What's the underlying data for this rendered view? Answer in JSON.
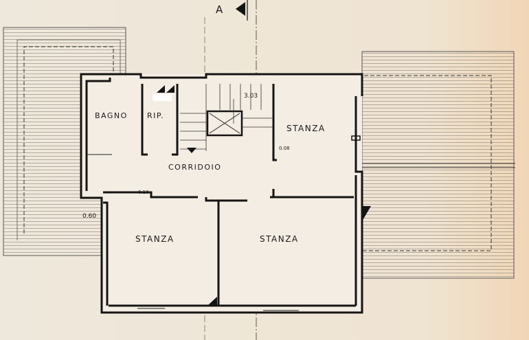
{
  "section_marker": "A",
  "rooms": {
    "bagno": "BAGNO",
    "ripostiglio": "RIP.",
    "corridoio": "CORRIDOIO",
    "stanza_right": "STANZA",
    "stanza_bottom_left": "STANZA",
    "stanza_bottom_right": "STANZA"
  },
  "dimensions": {
    "stair_width": "3.03",
    "wall_offset": "0.08",
    "partition": "0.10",
    "terrace_offset": "0.60"
  },
  "colors": {
    "paper": "#efe7da",
    "paper_warm": "#f1dcc0",
    "ink": "#141414"
  }
}
